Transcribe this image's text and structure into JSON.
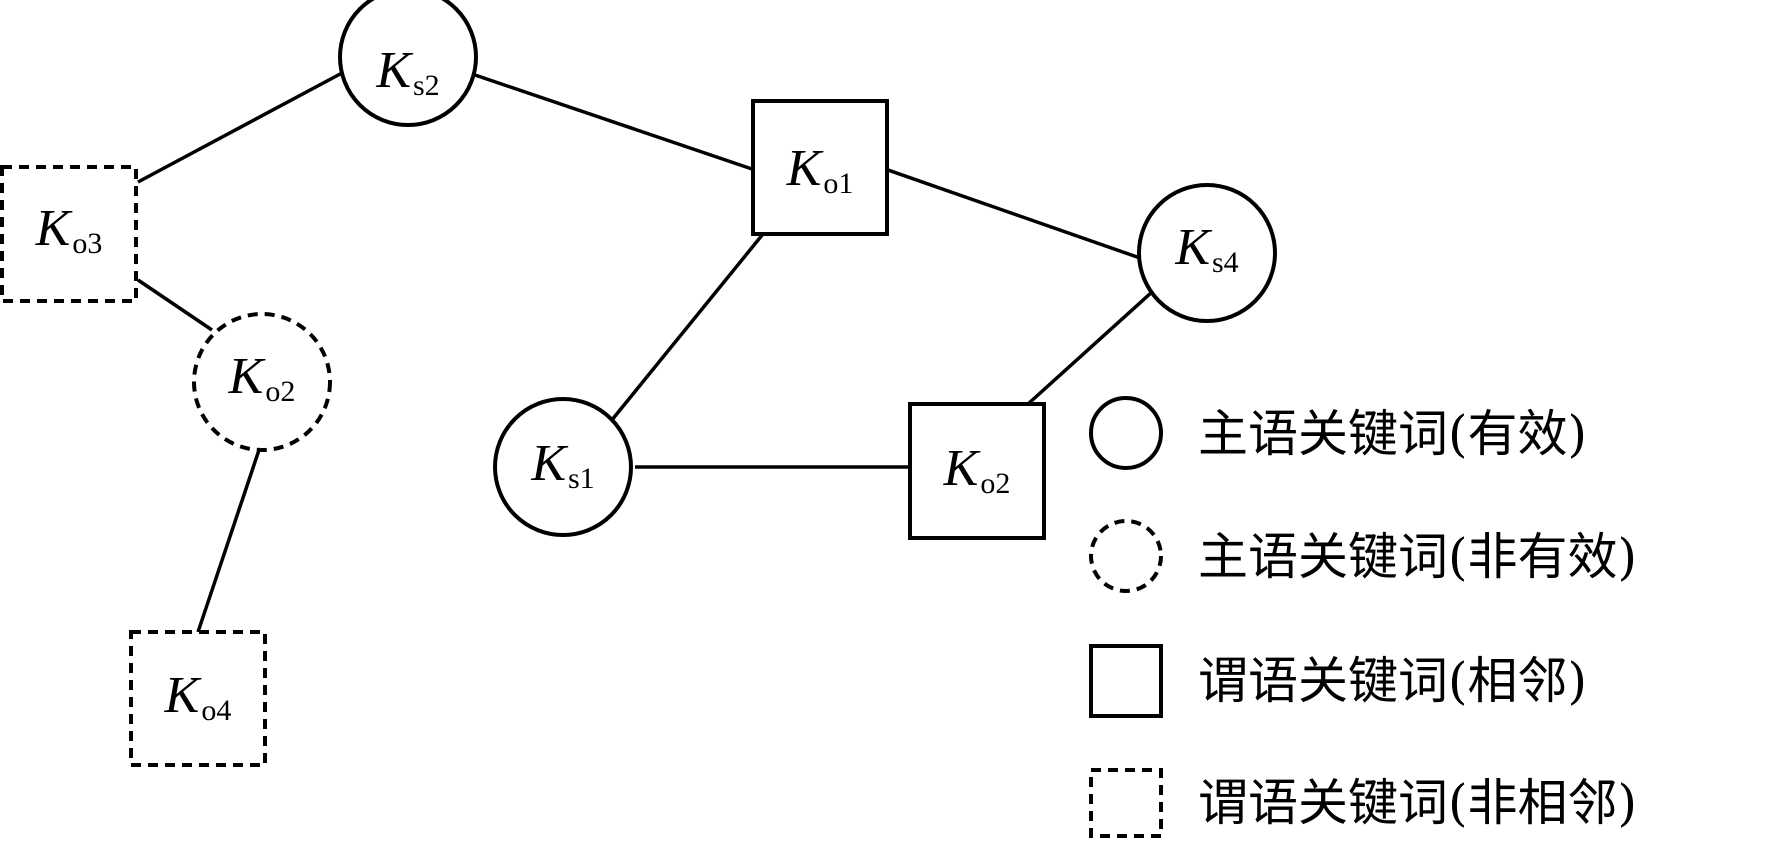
{
  "nodes": [
    {
      "id": "ks2",
      "main": "K",
      "sub": "s2",
      "shape": "circle",
      "style": "solid"
    },
    {
      "id": "ko1",
      "main": "K",
      "sub": "o1",
      "shape": "square",
      "style": "solid"
    },
    {
      "id": "ks4",
      "main": "K",
      "sub": "s4",
      "shape": "circle",
      "style": "solid"
    },
    {
      "id": "ks1",
      "main": "K",
      "sub": "s1",
      "shape": "circle",
      "style": "solid"
    },
    {
      "id": "ko2r",
      "main": "K",
      "sub": "o2",
      "shape": "square",
      "style": "solid"
    },
    {
      "id": "ko3",
      "main": "K",
      "sub": "o3",
      "shape": "square",
      "style": "dashed"
    },
    {
      "id": "ko2l",
      "main": "K",
      "sub": "o2",
      "shape": "circle",
      "style": "dashed"
    },
    {
      "id": "ko4",
      "main": "K",
      "sub": "o4",
      "shape": "square",
      "style": "dashed"
    }
  ],
  "edges": [
    [
      "ks2",
      "ko3"
    ],
    [
      "ks2",
      "ko1"
    ],
    [
      "ko1",
      "ks4"
    ],
    [
      "ko1",
      "ks1"
    ],
    [
      "ks4",
      "ko2r"
    ],
    [
      "ks1",
      "ko2r"
    ],
    [
      "ko3",
      "ko2l"
    ],
    [
      "ko2l",
      "ko4"
    ]
  ],
  "legend": [
    {
      "shape": "circle",
      "style": "solid",
      "label": "主语关键词(有效)"
    },
    {
      "shape": "circle",
      "style": "dashed",
      "label": "主语关键词(非有效)"
    },
    {
      "shape": "square",
      "style": "solid",
      "label": "谓语关键词(相邻)"
    },
    {
      "shape": "square",
      "style": "dashed",
      "label": "谓语关键词(非相邻)"
    }
  ]
}
